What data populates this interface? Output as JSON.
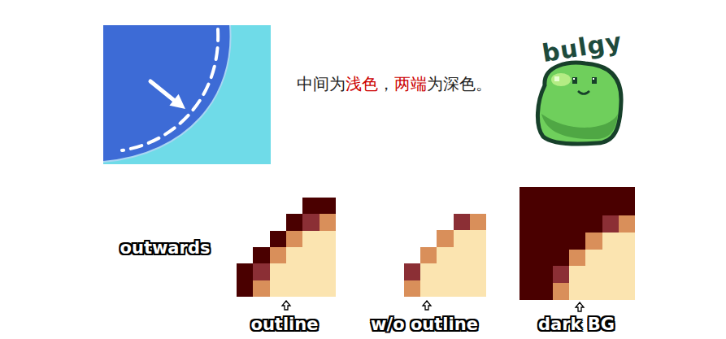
{
  "diagram": {
    "labels": [
      "中间为",
      "浅色",
      "，",
      "两端",
      "为深色。",
      "bulgy",
      "outwards",
      "outline",
      "w/o outline",
      "dark BG"
    ]
  }
}
